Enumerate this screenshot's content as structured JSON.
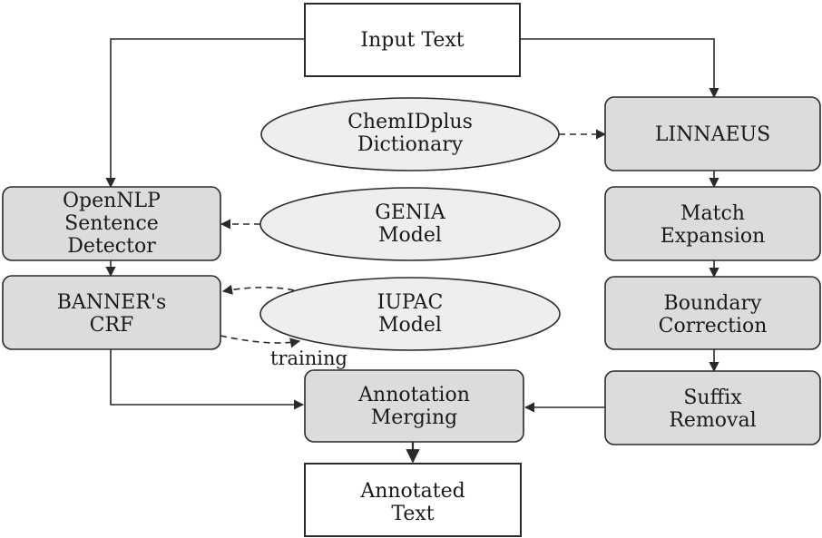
{
  "nodes": {
    "input_text": {
      "lines": [
        "Input Text"
      ]
    },
    "chemidplus": {
      "lines": [
        "ChemIDplus",
        "Dictionary"
      ]
    },
    "linnaeus": {
      "lines": [
        "LINNAEUS"
      ]
    },
    "opennlp": {
      "lines": [
        "OpenNLP",
        "Sentence",
        "Detector"
      ]
    },
    "genia": {
      "lines": [
        "GENIA",
        "Model"
      ]
    },
    "match_exp": {
      "lines": [
        "Match",
        "Expansion"
      ]
    },
    "banner_crf": {
      "lines": [
        "BANNER's",
        "CRF"
      ]
    },
    "iupac": {
      "lines": [
        "IUPAC",
        "Model"
      ]
    },
    "boundary": {
      "lines": [
        "Boundary",
        "Correction"
      ]
    },
    "annot_merge": {
      "lines": [
        "Annotation",
        "Merging"
      ]
    },
    "suffix": {
      "lines": [
        "Suffix",
        "Removal"
      ]
    },
    "annotated": {
      "lines": [
        "Annotated",
        "Text"
      ]
    }
  },
  "edge_labels": {
    "training": "training"
  },
  "colors": {
    "process_fill": "#dcdcdc",
    "model_fill": "#eeeeee",
    "io_fill": "#ffffff",
    "stroke": "#2a2a2a"
  }
}
